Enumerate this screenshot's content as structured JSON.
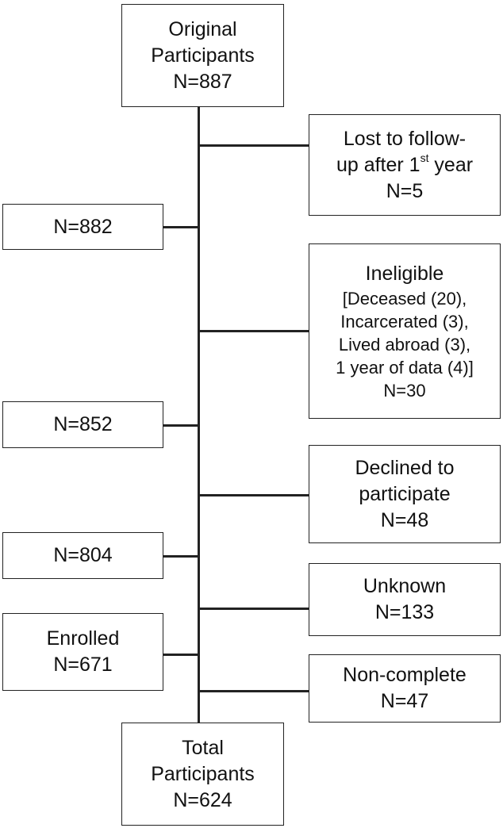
{
  "flowchart": {
    "original": {
      "line1": "Original",
      "line2": "Participants",
      "count": "N=887"
    },
    "lost": {
      "line1": "Lost to follow-",
      "line2_pre": "up after 1",
      "line2_sup": "st",
      "line2_post": " year",
      "count": "N=5"
    },
    "remaining_1": {
      "count": "N=882"
    },
    "ineligible": {
      "title": "Ineligible",
      "reasons": [
        "[Deceased (20),",
        "Incarcerated (3),",
        "Lived abroad (3),",
        "1 year of data (4)]"
      ],
      "count": "N=30"
    },
    "remaining_2": {
      "count": "N=852"
    },
    "declined": {
      "line1": "Declined to",
      "line2": "participate",
      "count": "N=48"
    },
    "remaining_3": {
      "count": "N=804"
    },
    "unknown": {
      "label": "Unknown",
      "count": "N=133"
    },
    "enrolled": {
      "label": "Enrolled",
      "count": "N=671"
    },
    "noncomplete": {
      "label": "Non-complete",
      "count": "N=47"
    },
    "total": {
      "line1": "Total",
      "line2": "Participants",
      "count": "N=624"
    }
  }
}
